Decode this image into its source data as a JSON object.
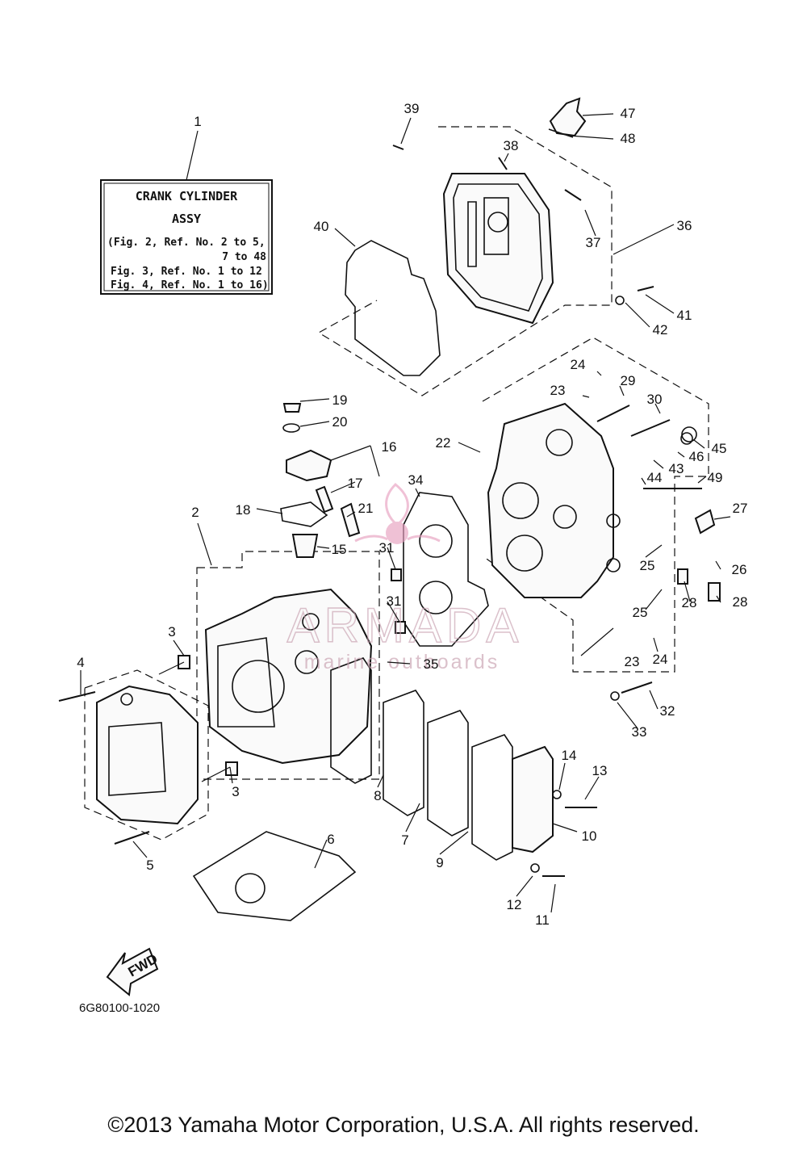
{
  "assembly_box": {
    "line1": "CRANK CYLINDER",
    "line2": "ASSY",
    "line3": "(Fig. 2, Ref. No. 2 to 5,",
    "line4": "7 to 48",
    "line5": "Fig. 3, Ref. No. 1 to 12",
    "line6": "Fig. 4, Ref. No. 1 to 16)"
  },
  "fwd_label": "FWD",
  "diagram_code": "6G80100-1020",
  "watermark": {
    "brand": "ARMADA",
    "tagline": "marine outboards",
    "color": "#e8a0c0"
  },
  "copyright": "©2013 Yamaha Motor Corporation, U.S.A. All rights reserved.",
  "callouts": {
    "c1": "1",
    "c2": "2",
    "c3a": "3",
    "c3b": "3",
    "c4": "4",
    "c5": "5",
    "c6": "6",
    "c7": "7",
    "c8": "8",
    "c9": "9",
    "c10": "10",
    "c11": "11",
    "c12": "12",
    "c13": "13",
    "c14": "14",
    "c15": "15",
    "c16": "16",
    "c17": "17",
    "c18": "18",
    "c19": "19",
    "c20": "20",
    "c21": "21",
    "c22": "22",
    "c23a": "23",
    "c23b": "23",
    "c24a": "24",
    "c24b": "24",
    "c25a": "25",
    "c25b": "25",
    "c26": "26",
    "c27": "27",
    "c28a": "28",
    "c28b": "28",
    "c29": "29",
    "c30": "30",
    "c31a": "31",
    "c31b": "31",
    "c32": "32",
    "c33": "33",
    "c34": "34",
    "c35": "35",
    "c36": "36",
    "c37": "37",
    "c38": "38",
    "c39": "39",
    "c40": "40",
    "c41": "41",
    "c42": "42",
    "c43": "43",
    "c44": "44",
    "c45": "45",
    "c46": "46",
    "c47": "47",
    "c48": "48",
    "c49": "49"
  }
}
